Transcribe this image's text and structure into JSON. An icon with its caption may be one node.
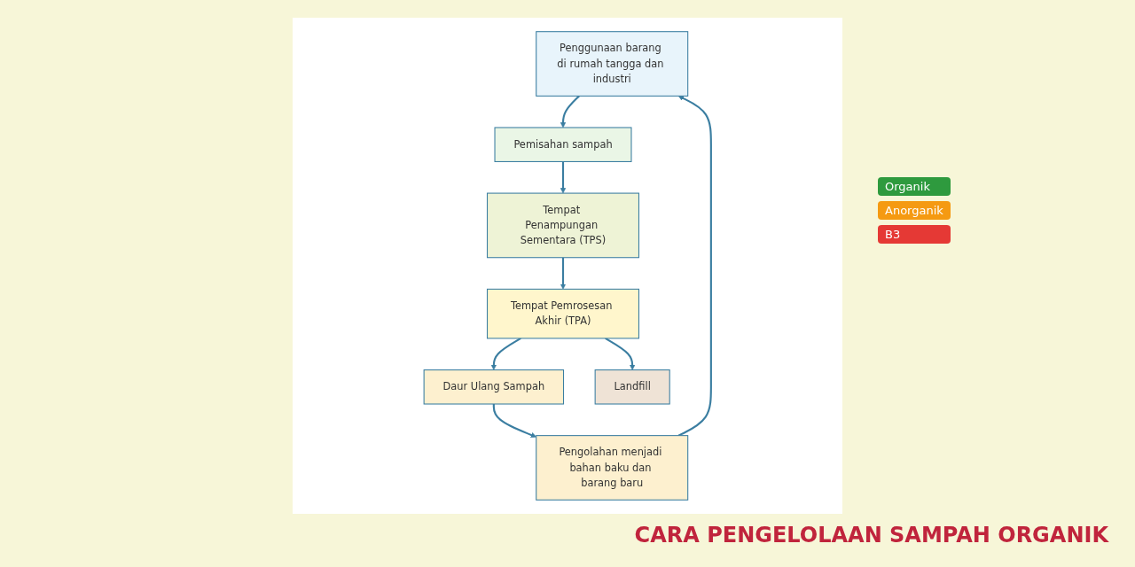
{
  "diagram": {
    "title": "CARA PENGELOLAAN SAMPAH ORGANIK",
    "nodes": [
      {
        "text": [
          "Penggunaan barang di rumah tangga dan industri"
        ]
      },
      {
        "text": [
          "Pemisahan sampah"
        ]
      },
      {
        "text": [
          "Tempat Penampungan Sementara (TPS)"
        ]
      },
      {
        "text": [
          "Tempat Pemrosesan Akhir (TPA)"
        ]
      },
      {
        "text": [
          "Daur Ulang Sampah"
        ]
      },
      {
        "text": [
          "Pengolahan menjadi bahan baku dan barang baru"
        ]
      },
      {
        "text": [
          "Landfill"
        ]
      }
    ],
    "edges": [
      {
        "from": 0,
        "to": 1,
        "arrow": "to"
      },
      {
        "from": 1,
        "to": 2,
        "arrow": "to"
      },
      {
        "from": 2,
        "to": 3,
        "arrow": "to"
      },
      {
        "from": 3,
        "to": 4,
        "arrow": "to"
      },
      {
        "from": 4,
        "to": 5,
        "arrow": "to"
      },
      {
        "from": 5,
        "to": 0,
        "arrow": "to"
      },
      {
        "from": 3,
        "to": 6,
        "arrow": "to"
      }
    ],
    "labels": [
      "Organik",
      "Anorganik",
      "B3"
    ]
  }
}
